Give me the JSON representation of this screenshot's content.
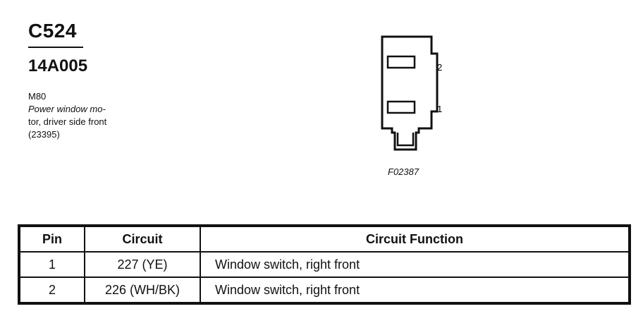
{
  "connector": {
    "id": "C524",
    "part_number": "14A005",
    "code": "M80",
    "description_lines": [
      "Power window mo-",
      "tor, driver side front"
    ],
    "reference": "(23395)"
  },
  "figure": {
    "id": "F02387",
    "pin_labels": [
      "2",
      "1"
    ]
  },
  "table": {
    "headers": [
      "Pin",
      "Circuit",
      "Circuit Function"
    ],
    "rows": [
      {
        "pin": "1",
        "circuit": "227 (YE)",
        "function": "Window switch, right front"
      },
      {
        "pin": "2",
        "circuit": "226 (WH/BK)",
        "function": "Window switch, right front"
      }
    ]
  }
}
